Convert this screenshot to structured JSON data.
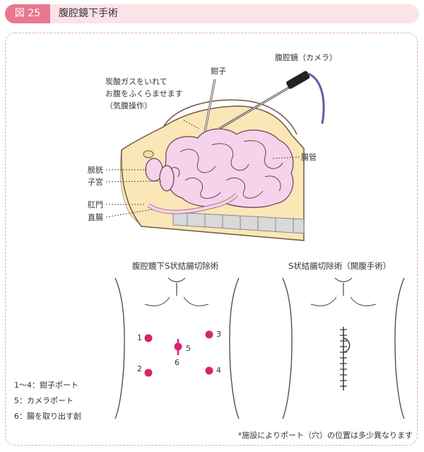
{
  "header": {
    "figure_number": "図 25",
    "title": "腹腔鏡下手術"
  },
  "upper": {
    "gas_label": [
      "炭酸ガスをいれて",
      "お腹をふくらませます",
      "（気腹操作）"
    ],
    "forceps_label": "鉗子",
    "laparoscope_label": "腹腔鏡（カメラ）",
    "intestine_label": "腸管",
    "bladder_label": "膀胱",
    "uterus_label": "子宮",
    "anus_label": "肛門",
    "rectum_label": "直腸"
  },
  "left_panel": {
    "title": "腹腔鏡下S状結腸切除術",
    "ports": [
      {
        "label": "1"
      },
      {
        "label": "2"
      },
      {
        "label": "3"
      },
      {
        "label": "4"
      },
      {
        "label": "5"
      },
      {
        "label": "6"
      }
    ]
  },
  "right_panel": {
    "title": "S状結腸切除術（開腹手術）"
  },
  "legend": [
    "1～4：鉗子ポート",
    "5：カメラポート",
    "6：腸を取り出す創"
  ],
  "note": "*施設によりポート（穴）の位置は多少異なります",
  "colors": {
    "accent": "#e8778f",
    "port": "#d6246e",
    "skin": "#fbe6b8",
    "intestine": "#f5d3ea"
  }
}
